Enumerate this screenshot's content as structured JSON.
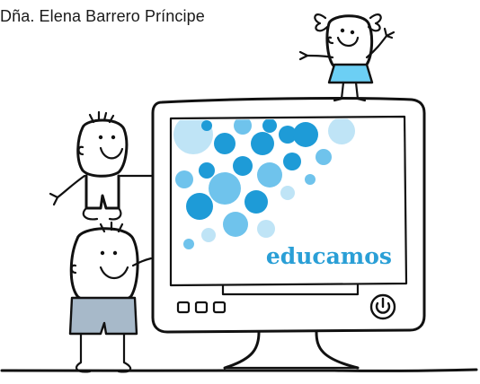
{
  "header": {
    "name": "Dña. Elena Barrero Príncipe"
  },
  "screen": {
    "brand_text": "educamos"
  },
  "monitor": {
    "button_count": 3,
    "power_icon": "power-icon"
  },
  "colors": {
    "brand_blue": "#2a9fd6",
    "bubble_light": "#bfe4f6",
    "bubble_dark": "#1e9bd7",
    "skirt_blue": "#6ccff4",
    "pants_gray": "#a7b9c9"
  }
}
